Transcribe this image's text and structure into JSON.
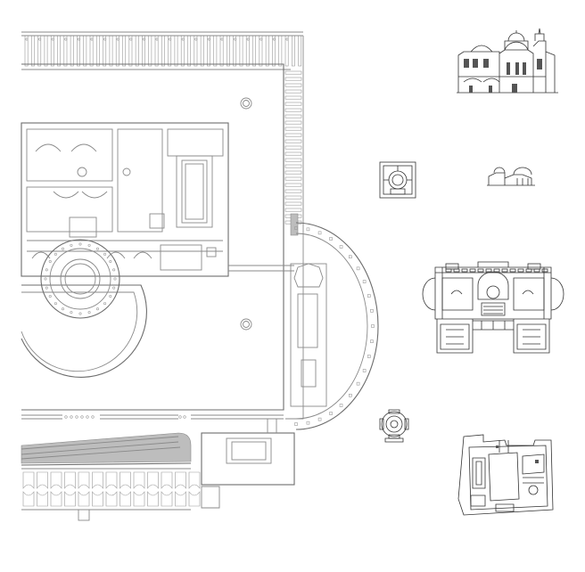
{
  "colors": {
    "background": "#ffffff",
    "line": "#8a8a8a",
    "detail": "#333333"
  },
  "drawings": [
    {
      "id": "large-complex-plan",
      "kind": "floor-plan"
    },
    {
      "id": "domed-building-section",
      "kind": "section-elevation"
    },
    {
      "id": "small-square-plan",
      "kind": "floor-plan"
    },
    {
      "id": "small-domed-elevation",
      "kind": "elevation"
    },
    {
      "id": "bath-complex-plan",
      "kind": "floor-plan"
    },
    {
      "id": "small-rotunda-plan",
      "kind": "floor-plan"
    },
    {
      "id": "courtyard-palace-plan",
      "kind": "floor-plan"
    }
  ]
}
